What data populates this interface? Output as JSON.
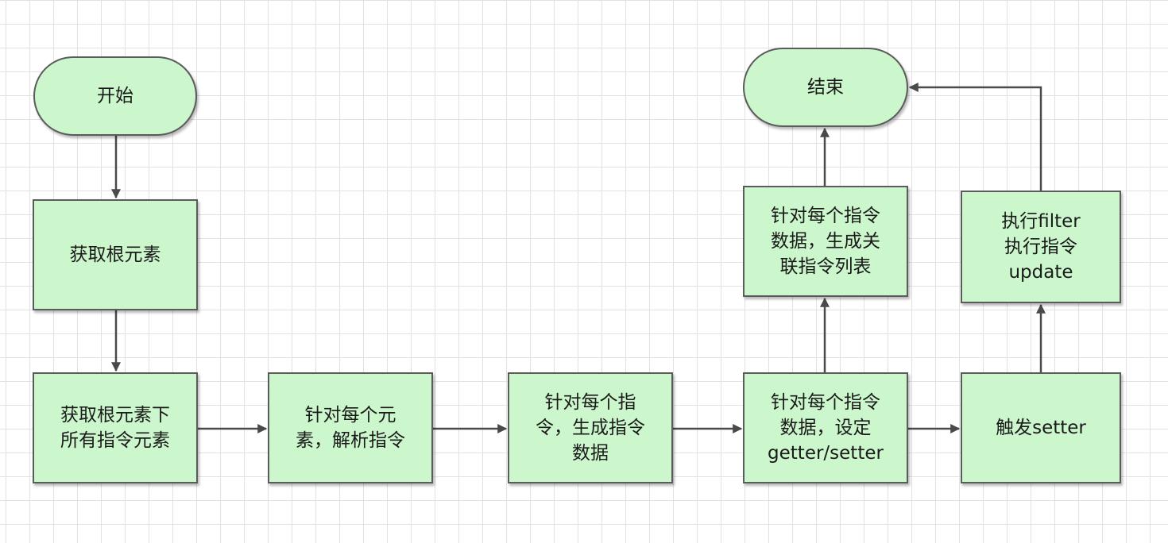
{
  "diagram": {
    "nodes": {
      "start": {
        "label": "开始"
      },
      "get_root": {
        "label": "获取根元素"
      },
      "get_directive_elements": {
        "label": "获取根元素下\n所有指令元素"
      },
      "parse_directives": {
        "label": "针对每个元\n素，解析指令"
      },
      "generate_directive_data": {
        "label": "针对每个指\n令，生成指令\n数据"
      },
      "set_getter_setter": {
        "label": "针对每个指令\n数据，设定\ngetter/setter"
      },
      "generate_related_list": {
        "label": "针对每个指令\n数据，生成关\n联指令列表"
      },
      "trigger_setter": {
        "label": "触发setter"
      },
      "execute_filter_update": {
        "label": "执行filter\n执行指令\nupdate"
      },
      "end": {
        "label": "结束"
      }
    },
    "edges": [
      {
        "from": "start",
        "to": "get_root"
      },
      {
        "from": "get_root",
        "to": "get_directive_elements"
      },
      {
        "from": "get_directive_elements",
        "to": "parse_directives"
      },
      {
        "from": "parse_directives",
        "to": "generate_directive_data"
      },
      {
        "from": "generate_directive_data",
        "to": "set_getter_setter"
      },
      {
        "from": "set_getter_setter",
        "to": "generate_related_list"
      },
      {
        "from": "generate_related_list",
        "to": "end"
      },
      {
        "from": "set_getter_setter",
        "to": "trigger_setter"
      },
      {
        "from": "trigger_setter",
        "to": "execute_filter_update"
      },
      {
        "from": "execute_filter_update",
        "to": "end"
      }
    ],
    "colors": {
      "node_fill": "#ccf7cc",
      "node_border": "#5b5b5b",
      "edge": "#4a4a4a",
      "grid": "#e2e2e2",
      "background": "#ffffff"
    }
  }
}
